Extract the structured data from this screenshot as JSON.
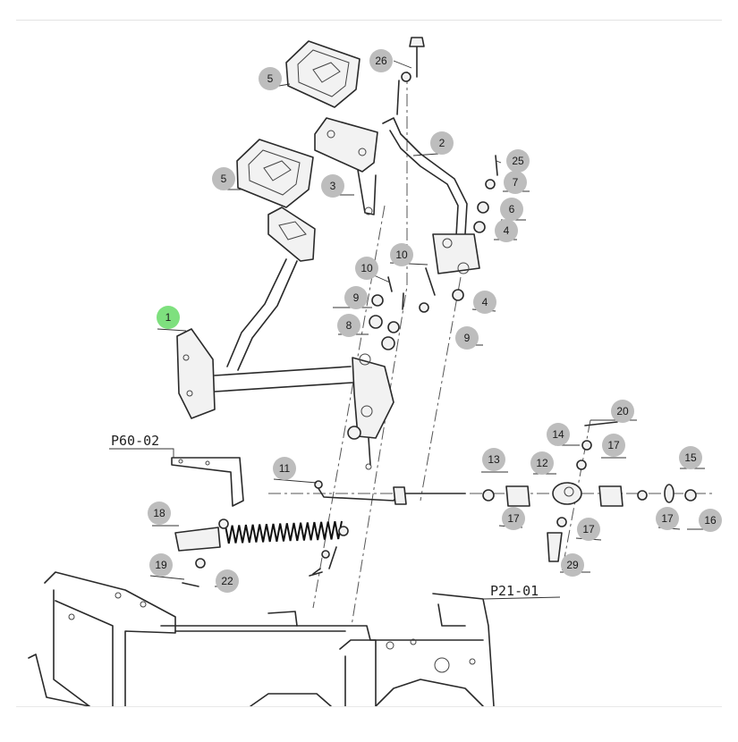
{
  "diagram": {
    "callouts": [
      {
        "id": "c26",
        "label": "26"
      },
      {
        "id": "c5a",
        "label": "5"
      },
      {
        "id": "c2",
        "label": "2"
      },
      {
        "id": "c25",
        "label": "25"
      },
      {
        "id": "c7",
        "label": "7"
      },
      {
        "id": "c5b",
        "label": "5"
      },
      {
        "id": "c3",
        "label": "3"
      },
      {
        "id": "c6",
        "label": "6"
      },
      {
        "id": "c4a",
        "label": "4"
      },
      {
        "id": "c10a",
        "label": "10"
      },
      {
        "id": "c10b",
        "label": "10"
      },
      {
        "id": "c9a",
        "label": "9"
      },
      {
        "id": "c4b",
        "label": "4"
      },
      {
        "id": "c1",
        "label": "1",
        "highlighted": true
      },
      {
        "id": "c8",
        "label": "8"
      },
      {
        "id": "c9b",
        "label": "9"
      },
      {
        "id": "c20",
        "label": "20"
      },
      {
        "id": "c14",
        "label": "14"
      },
      {
        "id": "c17a",
        "label": "17"
      },
      {
        "id": "c13",
        "label": "13"
      },
      {
        "id": "c12",
        "label": "12"
      },
      {
        "id": "c15",
        "label": "15"
      },
      {
        "id": "c11",
        "label": "11"
      },
      {
        "id": "c18",
        "label": "18"
      },
      {
        "id": "c17b",
        "label": "17"
      },
      {
        "id": "c17c",
        "label": "17"
      },
      {
        "id": "c17d",
        "label": "17"
      },
      {
        "id": "c16",
        "label": "16"
      },
      {
        "id": "c19",
        "label": "19"
      },
      {
        "id": "c22",
        "label": "22"
      },
      {
        "id": "c29",
        "label": "29"
      }
    ],
    "references": [
      {
        "id": "ref-p60",
        "label": "P60-02"
      },
      {
        "id": "ref-p21",
        "label": "P21-01"
      }
    ],
    "colors": {
      "callout_fill": "#bdbdbd",
      "callout_highlight": "#7ee07e",
      "line": "#2a2a2a"
    }
  }
}
